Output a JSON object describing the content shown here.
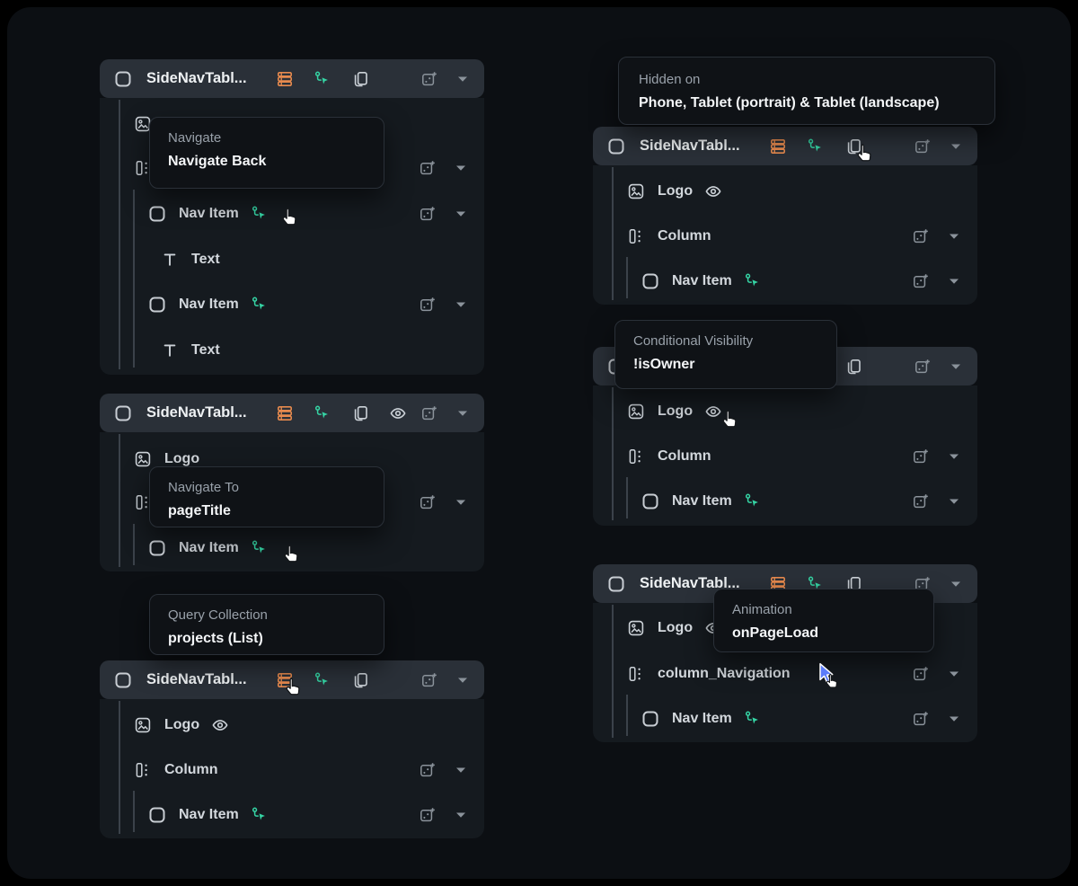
{
  "labels": {
    "panel_title": "SideNavTabl...",
    "logo": "Logo",
    "column": "Column",
    "column_navigation": "column_Navigation",
    "nav_item": "Nav Item",
    "text": "Text"
  },
  "tooltips": {
    "navigate": {
      "title": "Navigate",
      "value": "Navigate Back"
    },
    "hidden_on": {
      "title": "Hidden on",
      "value": "Phone, Tablet (portrait) & Tablet (landscape)"
    },
    "navigate_to": {
      "title": "Navigate To",
      "value": "pageTitle"
    },
    "conditional_visibility": {
      "title": "Conditional Visibility",
      "value": "!isOwner"
    },
    "query_collection": {
      "title": "Query Collection",
      "value": "projects (List)"
    },
    "animation": {
      "title": "Animation",
      "value": "onPageLoad"
    }
  },
  "colors": {
    "accent_orange": "#e78a4e",
    "accent_teal": "#35d4a4",
    "header_bg": "#2a3038",
    "panel_bg": "#151a1f",
    "page_bg": "#0c0f13",
    "cursor_arrow_blue": "#5b7cfa"
  }
}
